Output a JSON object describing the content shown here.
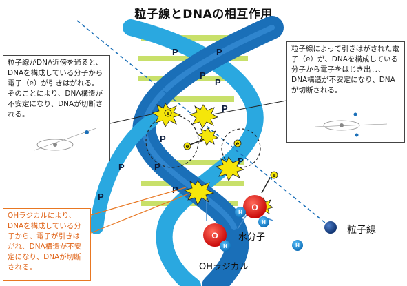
{
  "title": "粒子線とDNAの相互作用",
  "callouts": {
    "left": "粒子線がDNA近傍を通ると、DNAを構成している分子から電子（e）が引きはがれる。そのことにより、DNA構造が不安定になり、DNAが切断される。",
    "right": "粒子線によって引きはがされた電子（e）が、DNAを構成している分子から電子をはじき出し、DNA構造が不安定になり、DNAが切断される。",
    "bottom": "OHラジカルにより、DNAを構成している分子から、電子が引きはがれ、DNA構造が不安定になり、DNAが切断される。"
  },
  "labels": {
    "particle_beam": "粒子線",
    "water_molecule": "水分子",
    "oh_radical": "OHラジカル",
    "phosphate": "P",
    "electron": "e",
    "oxygen": "O",
    "hydrogen": "H"
  },
  "colors": {
    "strand_dark": "#1a6fb8",
    "strand_light": "#2aa8e0",
    "base_pair": "#c8e06a",
    "spark": "#f5e60a",
    "oxygen": "#e01010",
    "hydrogen": "#1a8fd8",
    "callout_orange": "#e87722",
    "particle": "#16428a"
  }
}
